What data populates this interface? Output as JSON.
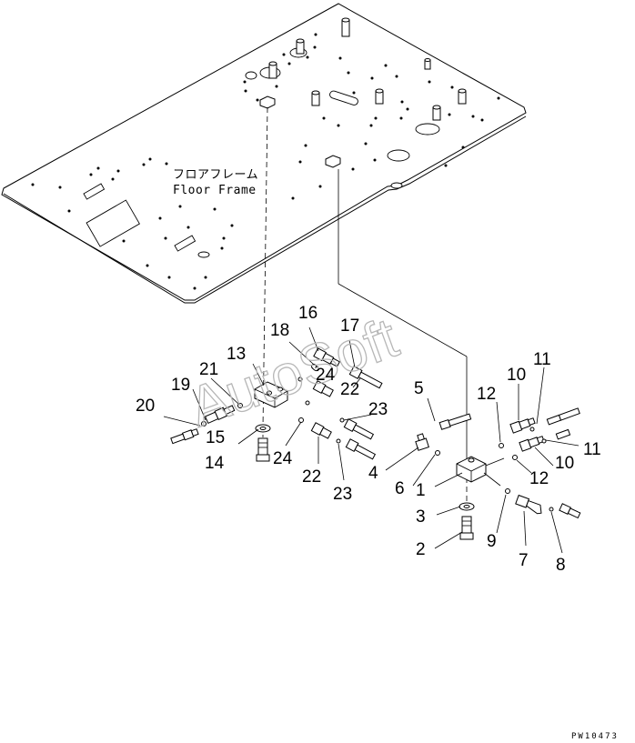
{
  "diagram": {
    "frame_label_jp": "フロアフレーム",
    "frame_label_en": "Floor Frame",
    "watermark": "AutoSoft",
    "drawing_code": "PW10473",
    "callouts": [
      {
        "id": "c1",
        "text": "1"
      },
      {
        "id": "c2",
        "text": "2"
      },
      {
        "id": "c3",
        "text": "3"
      },
      {
        "id": "c4",
        "text": "4"
      },
      {
        "id": "c5",
        "text": "5"
      },
      {
        "id": "c6",
        "text": "6"
      },
      {
        "id": "c7",
        "text": "7"
      },
      {
        "id": "c8",
        "text": "8"
      },
      {
        "id": "c9",
        "text": "9"
      },
      {
        "id": "c10a",
        "text": "10"
      },
      {
        "id": "c10b",
        "text": "10"
      },
      {
        "id": "c11a",
        "text": "11"
      },
      {
        "id": "c11b",
        "text": "11"
      },
      {
        "id": "c12a",
        "text": "12"
      },
      {
        "id": "c12b",
        "text": "12"
      },
      {
        "id": "c13",
        "text": "13"
      },
      {
        "id": "c14",
        "text": "14"
      },
      {
        "id": "c15",
        "text": "15"
      },
      {
        "id": "c16",
        "text": "16"
      },
      {
        "id": "c17",
        "text": "17"
      },
      {
        "id": "c18",
        "text": "18"
      },
      {
        "id": "c19",
        "text": "19"
      },
      {
        "id": "c20",
        "text": "20"
      },
      {
        "id": "c21",
        "text": "21"
      },
      {
        "id": "c22a",
        "text": "22"
      },
      {
        "id": "c22b",
        "text": "22"
      },
      {
        "id": "c23a",
        "text": "23"
      },
      {
        "id": "c23b",
        "text": "23"
      },
      {
        "id": "c24a",
        "text": "24"
      },
      {
        "id": "c24b",
        "text": "24"
      }
    ]
  }
}
